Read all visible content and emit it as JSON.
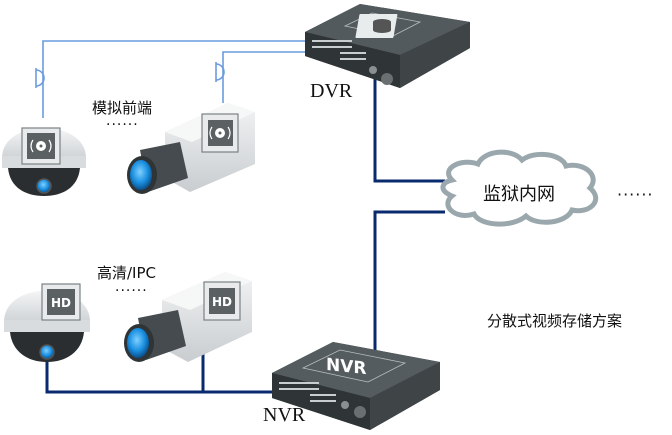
{
  "title": "分散式视频存储方案",
  "colors": {
    "analog_line": "#6a9be0",
    "network_line": "#0a2a6e",
    "cloud_fill": "#ffffff",
    "cloud_stroke": "#9aa8ad",
    "device_body": "#4a5052"
  },
  "nodes": {
    "dvr": {
      "label": "DVR",
      "type": "recorder",
      "icon": "database-icon"
    },
    "nvr": {
      "label": "NVR",
      "type": "recorder",
      "panel_label": "NVR"
    },
    "cloud": {
      "label": "监狱内网",
      "trailing_dots": "······"
    },
    "analog_group": {
      "label": "模拟前端",
      "dots": "······",
      "badge": "analog-signal-icon"
    },
    "hd_group": {
      "label": "高清/IPC",
      "dots": "······",
      "badge": "HD"
    }
  },
  "cameras": [
    {
      "name": "analog-dome-camera",
      "kind": "dome",
      "badge": "analog"
    },
    {
      "name": "analog-box-camera",
      "kind": "box",
      "badge": "analog"
    },
    {
      "name": "hd-dome-camera",
      "kind": "dome",
      "badge": "HD"
    },
    {
      "name": "hd-box-camera",
      "kind": "box",
      "badge": "HD"
    }
  ],
  "edges": [
    {
      "from": "analog-dome-camera",
      "to": "dvr",
      "style": "analog"
    },
    {
      "from": "analog-box-camera",
      "to": "dvr",
      "style": "analog"
    },
    {
      "from": "dvr",
      "to": "cloud",
      "style": "network"
    },
    {
      "from": "nvr",
      "to": "cloud",
      "style": "network"
    },
    {
      "from": "hd-dome-camera",
      "to": "nvr",
      "style": "network"
    },
    {
      "from": "hd-box-camera",
      "to": "nvr",
      "style": "network"
    }
  ]
}
